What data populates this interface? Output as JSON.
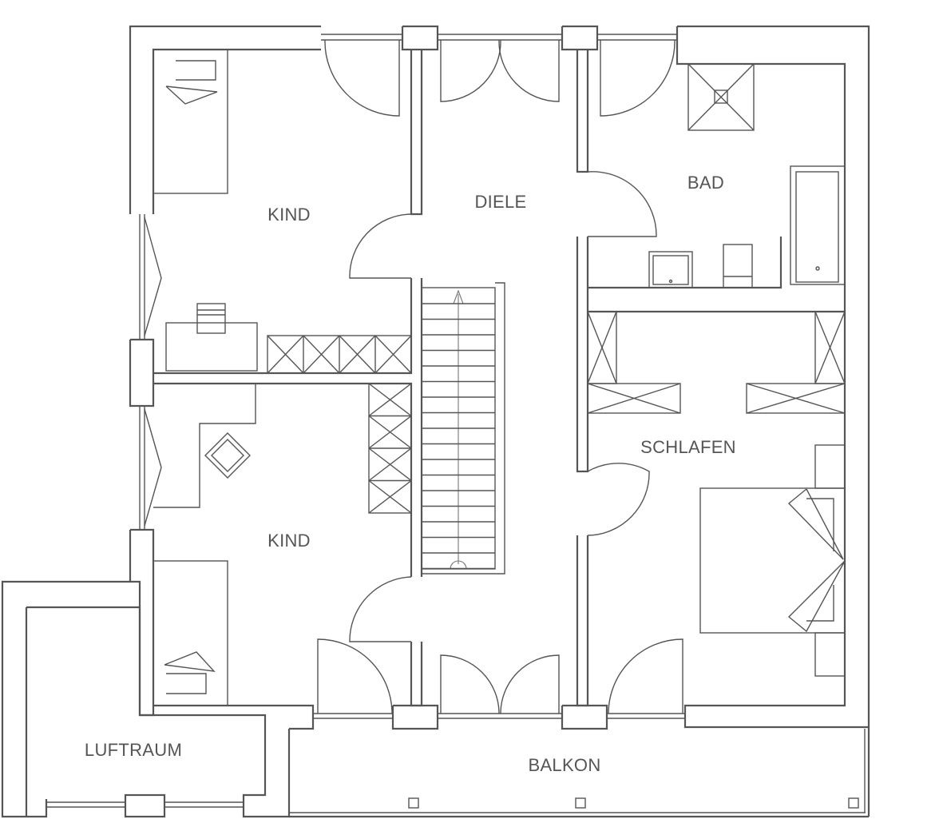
{
  "rooms": {
    "kind_top": "KIND",
    "diele": "DIELE",
    "bad": "BAD",
    "schlafen": "SCHLAFEN",
    "kind_bottom": "KIND",
    "luftraum": "LUFTRAUM",
    "balkon": "BALKON"
  }
}
